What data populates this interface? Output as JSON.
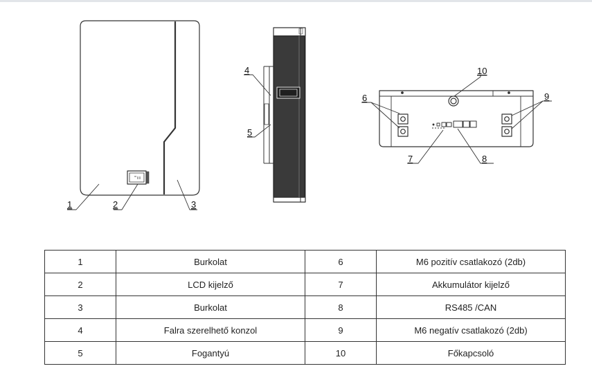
{
  "diagram": {
    "callouts": {
      "c1": "1",
      "c2": "2",
      "c3": "3",
      "c4": "4",
      "c5": "5",
      "c6": "6",
      "c7": "7",
      "c8": "8",
      "c9": "9",
      "c10": "10"
    }
  },
  "colors": {
    "line": "#333333",
    "housing_dark": "#3a3a3a",
    "table_border": "#333333"
  },
  "parts_table": {
    "rows": [
      {
        "left_num": "1",
        "left_desc": "Burkolat",
        "right_num": "6",
        "right_desc": "M6 pozitív csatlakozó (2db)"
      },
      {
        "left_num": "2",
        "left_desc": "LCD kijelző",
        "right_num": "7",
        "right_desc": "Akkumulátor kijelző"
      },
      {
        "left_num": "3",
        "left_desc": "Burkolat",
        "right_num": "8",
        "right_desc": "RS485 /CAN"
      },
      {
        "left_num": "4",
        "left_desc": "Falra szerelhető konzol",
        "right_num": "9",
        "right_desc": "M6 negatív csatlakozó (2db)"
      },
      {
        "left_num": "5",
        "left_desc": "Fogantyú",
        "right_num": "10",
        "right_desc": "Főkapcsoló"
      }
    ]
  }
}
